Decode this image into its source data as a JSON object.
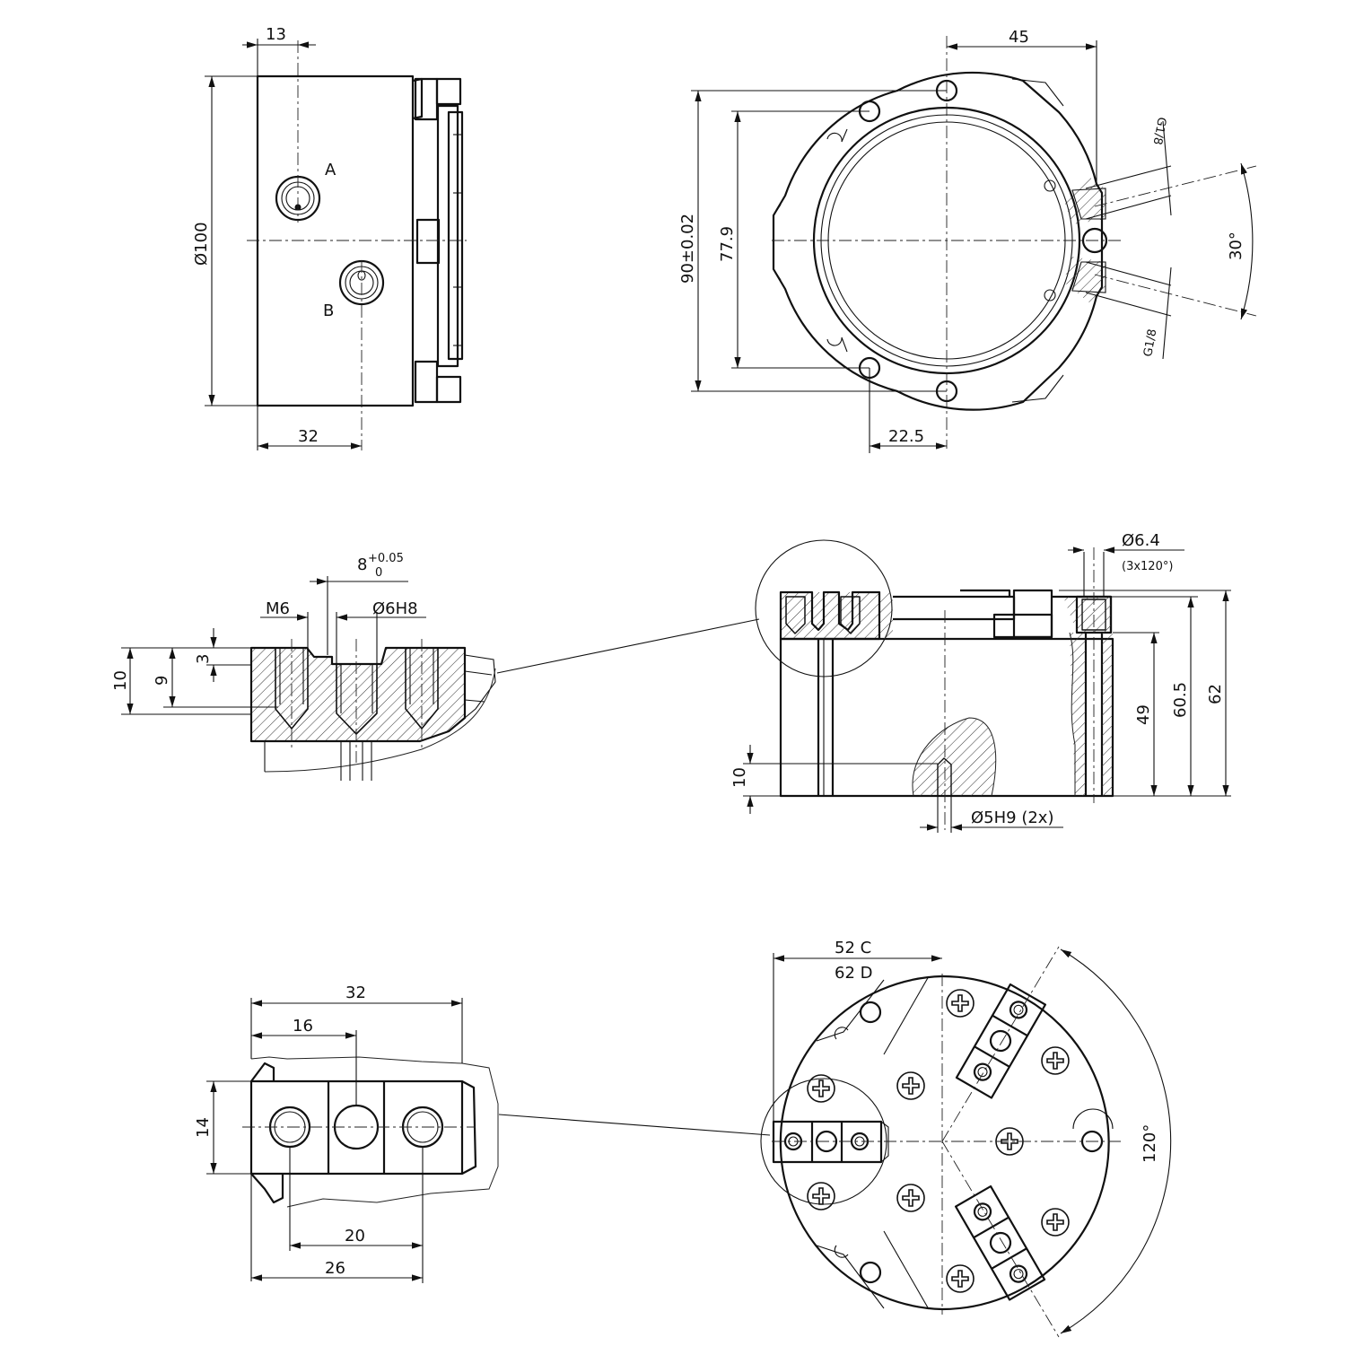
{
  "top_left_view": {
    "dim_top": "13",
    "dim_bottom": "32",
    "dim_diameter": "Ø100",
    "port_a": "A",
    "port_b": "B"
  },
  "top_right_view": {
    "dim_top": "45",
    "dim_outer": "90±0.02",
    "dim_inner": "77.9",
    "dim_bottom": "22.5",
    "thread_upper": "G1/8",
    "thread_lower": "G1/8",
    "angle": "30°"
  },
  "middle_left_view": {
    "dim_width": "8",
    "dim_tol_upper": "+0.05",
    "dim_tol_lower": "0",
    "thread": "M6",
    "bore": "Ø6H8",
    "dim_10": "10",
    "dim_9": "9",
    "dim_3": "3"
  },
  "middle_right_view": {
    "hole_dia": "Ø6.4",
    "hole_pattern": "(3x120°)",
    "dim_49": "49",
    "dim_60_5": "60.5",
    "dim_62": "62",
    "dim_10": "10",
    "pin_bore": "Ø5H9 (2x)"
  },
  "bottom_left_view": {
    "dim_32": "32",
    "dim_16": "16",
    "dim_14": "14",
    "dim_20": "20",
    "dim_26": "26"
  },
  "bottom_right_view": {
    "dim_c": "52 C",
    "dim_d": "62 D",
    "angle": "120°"
  }
}
